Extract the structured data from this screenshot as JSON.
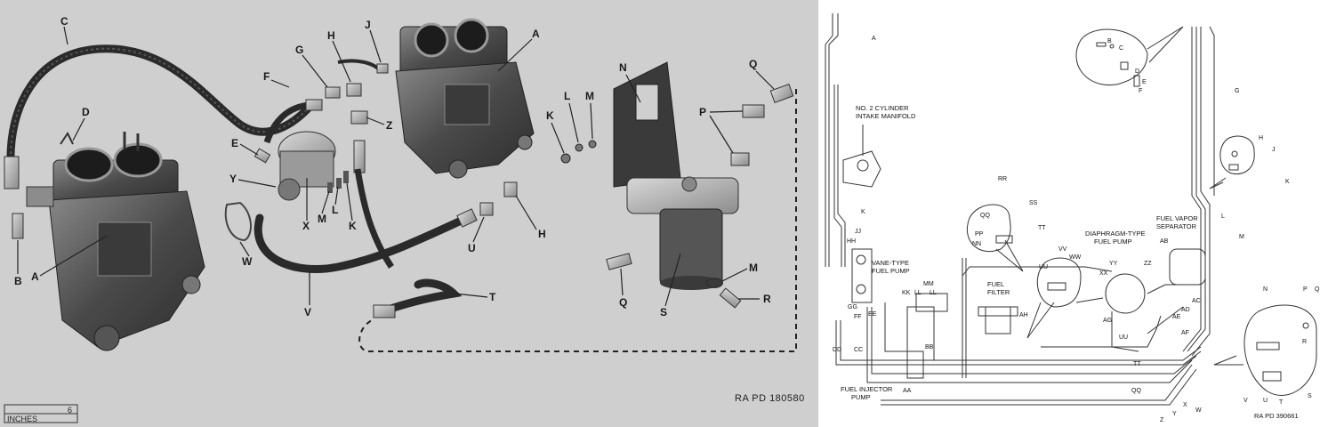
{
  "left": {
    "ref": "RA PD 180580",
    "scale_label": "INCHES",
    "scale_value": "6",
    "callouts": [
      "A",
      "A",
      "B",
      "C",
      "D",
      "E",
      "F",
      "G",
      "H",
      "H",
      "J",
      "K",
      "K",
      "L",
      "M",
      "M",
      "N",
      "P",
      "Q",
      "Q",
      "R",
      "S",
      "T",
      "U",
      "V",
      "W",
      "X",
      "Y",
      "Z"
    ]
  },
  "right": {
    "ref": "RA PD 390661",
    "texts": {
      "intake": [
        "NO. 2 CYLINDER",
        "INTAKE MANIFOLD"
      ],
      "vane": [
        "VANE-TYPE",
        "FUEL PUMP"
      ],
      "filter": [
        "FUEL",
        "FILTER"
      ],
      "injector": [
        "FUEL INJECTOR",
        "PUMP"
      ],
      "diaphragm": [
        "DIAPHRAGM-TYPE",
        "FUEL PUMP"
      ],
      "vapor": [
        "FUEL VAPOR",
        "SEPARATOR"
      ]
    },
    "callouts": [
      "A",
      "B",
      "C",
      "D",
      "E",
      "F",
      "G",
      "H",
      "J",
      "K",
      "K",
      "L",
      "M",
      "N",
      "P",
      "Q",
      "R",
      "S",
      "T",
      "U",
      "V",
      "W",
      "X",
      "Y",
      "Z",
      "AA",
      "AB",
      "AC",
      "AD",
      "AE",
      "AF",
      "AG",
      "AH",
      "BB",
      "CC",
      "DD",
      "EE",
      "FF",
      "GG",
      "HH",
      "JJ",
      "KK",
      "LL",
      "LL",
      "MM",
      "NN",
      "PP",
      "QQ",
      "QQ",
      "RR",
      "SS",
      "TT",
      "TT",
      "UU",
      "UU",
      "VV",
      "WW",
      "XX",
      "YY",
      "ZZ"
    ]
  },
  "colors": {
    "left_bg": "#cfcfcf",
    "right_bg": "#ffffff",
    "ink": "#1a1a1a",
    "hose": "#2a2a2a",
    "metal": "#6a6a6a"
  }
}
